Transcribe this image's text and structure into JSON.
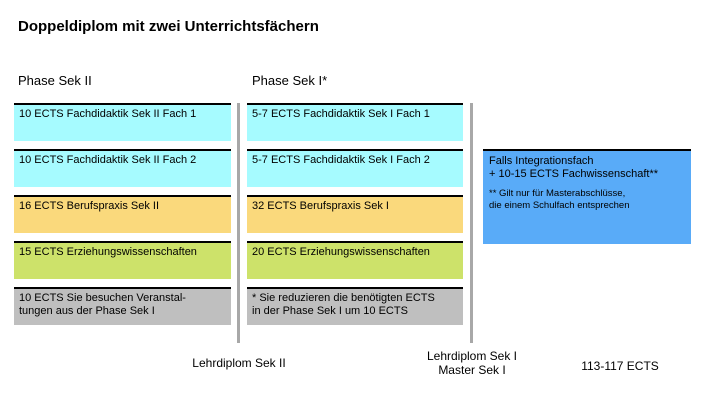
{
  "title": "Doppeldiplom mit zwei Unterrichtsfächern",
  "colors": {
    "cyan": "#a6fbff",
    "yellow": "#fad97c",
    "green": "#cde26a",
    "gray": "#bfbfbf",
    "blue": "#59abf8",
    "bar_gray": "#a8a8a8"
  },
  "columns": [
    {
      "header": "Phase Sek II",
      "footer": "Lehrdiplom Sek II",
      "boxes": [
        {
          "text": "10 ECTS Fachdidaktik Sek II Fach 1",
          "color": "#a6fbff"
        },
        {
          "text": "10 ECTS Fachdidaktik Sek II Fach 2",
          "color": "#a6fbff"
        },
        {
          "text": "16 ECTS Berufspraxis Sek II",
          "color": "#fad97c"
        },
        {
          "text": "15 ECTS Erziehungswissenschaften",
          "color": "#cde26a"
        },
        {
          "text": "10 ECTS Sie besuchen Veranstal-\ntungen aus der Phase Sek I",
          "color": "#bfbfbf"
        }
      ]
    },
    {
      "header": "Phase Sek I*",
      "footer": "Lehrdiplom Sek I\nMaster Sek I",
      "boxes": [
        {
          "text": "5-7 ECTS Fachdidaktik Sek I Fach 1",
          "color": "#a6fbff"
        },
        {
          "text": "5-7 ECTS Fachdidaktik Sek I Fach 2",
          "color": "#a6fbff"
        },
        {
          "text": "32 ECTS Berufspraxis Sek I",
          "color": "#fad97c"
        },
        {
          "text": "20 ECTS Erziehungswissenschaften",
          "color": "#cde26a"
        },
        {
          "text": "* Sie reduzieren die benötigten ECTS\nin der Phase Sek I um 10 ECTS",
          "color": "#bfbfbf"
        }
      ]
    }
  ],
  "integration_note": {
    "title": "Falls Integrationsfach\n+ 10-15 ECTS Fachwissenschaft**",
    "footnote": "** Gilt nur für Masterabschlüsse,\ndie einem Schulfach entsprechen",
    "color": "#59abf8"
  },
  "total_ects": "113-117 ECTS"
}
